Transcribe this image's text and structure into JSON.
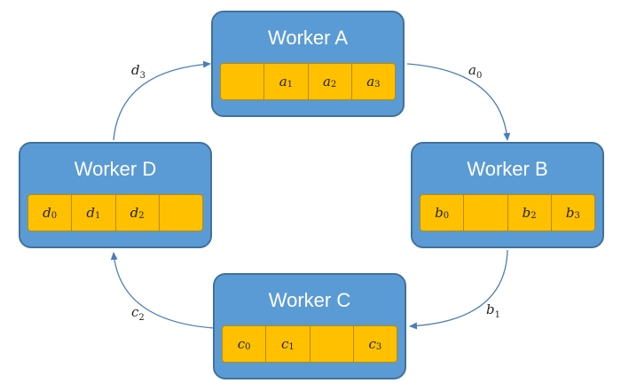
{
  "workers": [
    {
      "id": "a",
      "title": "Worker A",
      "slots": [
        {
          "base": "",
          "sub": ""
        },
        {
          "base": "a",
          "sub": "1"
        },
        {
          "base": "a",
          "sub": "2"
        },
        {
          "base": "a",
          "sub": "3"
        }
      ]
    },
    {
      "id": "b",
      "title": "Worker B",
      "slots": [
        {
          "base": "b",
          "sub": "0"
        },
        {
          "base": "",
          "sub": ""
        },
        {
          "base": "b",
          "sub": "2"
        },
        {
          "base": "b",
          "sub": "3"
        }
      ]
    },
    {
      "id": "c",
      "title": "Worker C",
      "slots": [
        {
          "base": "c",
          "sub": "0"
        },
        {
          "base": "c",
          "sub": "1"
        },
        {
          "base": "",
          "sub": ""
        },
        {
          "base": "c",
          "sub": "3"
        }
      ]
    },
    {
      "id": "d",
      "title": "Worker D",
      "slots": [
        {
          "base": "d",
          "sub": "0"
        },
        {
          "base": "d",
          "sub": "1"
        },
        {
          "base": "d",
          "sub": "2"
        },
        {
          "base": "",
          "sub": ""
        }
      ]
    }
  ],
  "edges": [
    {
      "id": "a0",
      "base": "a",
      "sub": "0"
    },
    {
      "id": "b1",
      "base": "b",
      "sub": "1"
    },
    {
      "id": "c2",
      "base": "c",
      "sub": "2"
    },
    {
      "id": "d3",
      "base": "d",
      "sub": "3"
    }
  ],
  "colors": {
    "box": "#5b9bd5",
    "box_border": "#41719c",
    "slot": "#ffc000",
    "arrow": "#4a7ebb"
  }
}
